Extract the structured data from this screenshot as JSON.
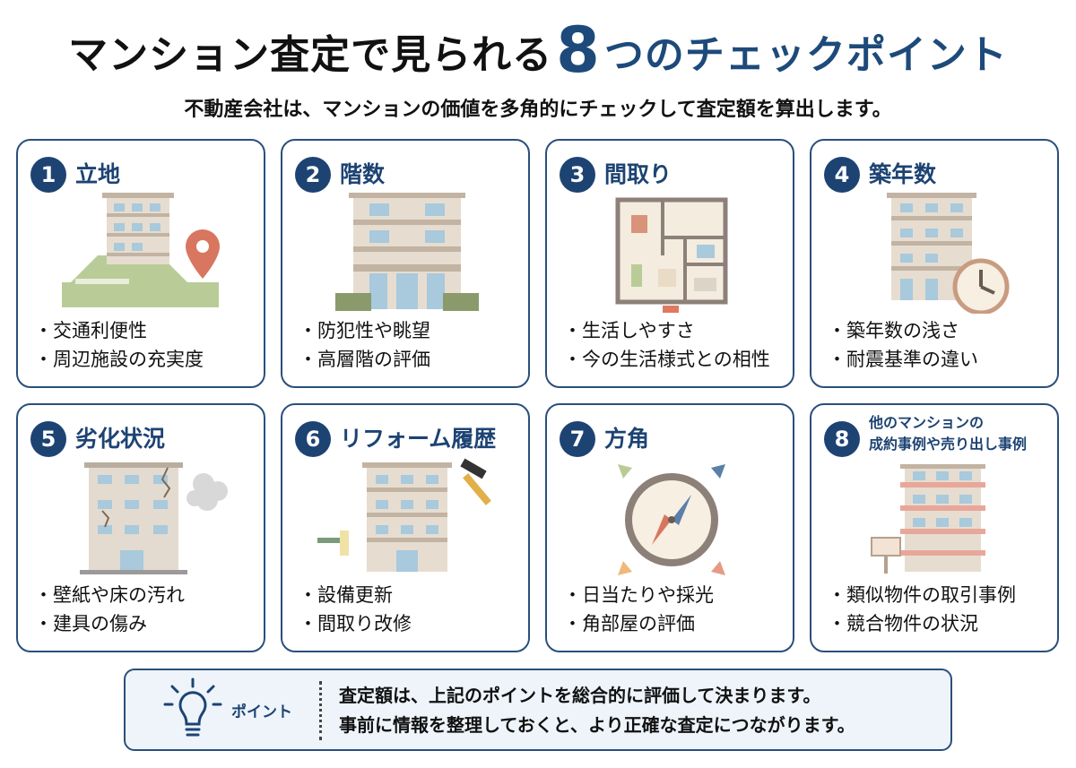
{
  "header": {
    "title_pre": "マンション査定で見られる",
    "title_num": "8",
    "title_post": "つのチェックポイント",
    "subtitle": "不動産会社は、マンションの価値を多角的にチェックして査定額を算出します。"
  },
  "cards": [
    {
      "num": "1",
      "title": "立地",
      "points": [
        "・交通利便性",
        "・周辺施設の充実度"
      ],
      "icon": "building-map-pin-icon"
    },
    {
      "num": "2",
      "title": "階数",
      "points": [
        "・防犯性や眺望",
        "・高層階の評価"
      ],
      "icon": "tall-building-icon"
    },
    {
      "num": "3",
      "title": "間取り",
      "points": [
        "・生活しやすさ",
        "・今の生活様式との相性"
      ],
      "icon": "floor-plan-icon"
    },
    {
      "num": "4",
      "title": "築年数",
      "points": [
        "・築年数の浅さ",
        "・耐震基準の違い"
      ],
      "icon": "building-clock-icon"
    },
    {
      "num": "5",
      "title": "劣化状況",
      "points": [
        "・壁紙や床の汚れ",
        "・建具の傷み"
      ],
      "icon": "cracked-building-icon"
    },
    {
      "num": "6",
      "title": "リフォーム履歴",
      "points": [
        "・設備更新",
        "・間取り改修"
      ],
      "icon": "building-tools-icon"
    },
    {
      "num": "7",
      "title": "方角",
      "points": [
        "・日当たりや採光",
        "・角部屋の評価"
      ],
      "icon": "compass-icon"
    },
    {
      "num": "8",
      "title_line1": "他のマンションの",
      "title_line2": "成約事例や売り出し事例",
      "points": [
        "・類似物件の取引事例",
        "・競合物件の状況"
      ],
      "icon": "building-signboard-icon"
    }
  ],
  "point_box": {
    "label": "ポイント",
    "line1": "査定額は、上記のポイントを総合的に評価して決まります。",
    "line2": "事前に情報を整理しておくと、より正確な査定につながります。",
    "icon": "lightbulb-icon"
  },
  "colors": {
    "navy": "#1d4373",
    "border": "#2a4f7c",
    "bg_box": "#eef4fa"
  }
}
